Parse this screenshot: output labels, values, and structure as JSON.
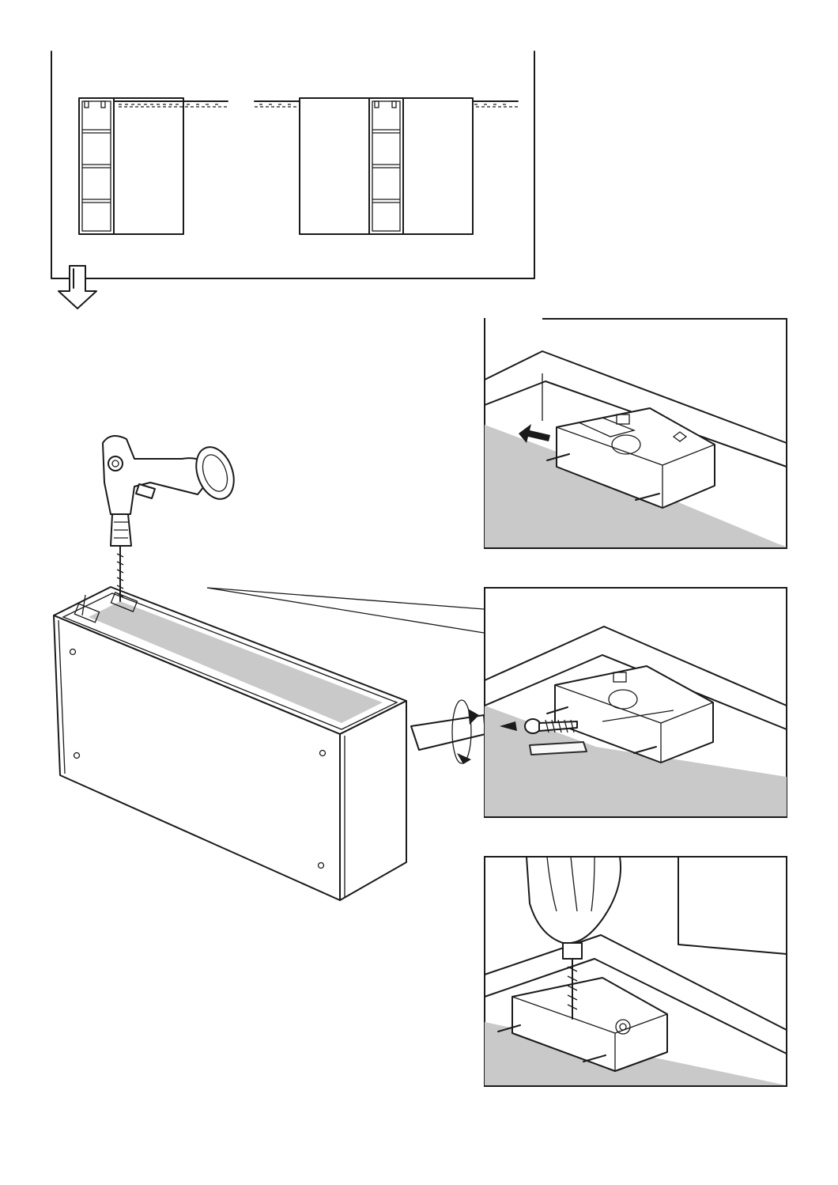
{
  "page": {
    "background": "#ffffff",
    "line_color": "#1a1a1a",
    "gray_fill": "#c9c9c9"
  },
  "icons": {
    "next_step": "down-arrow-icon",
    "rotate": "rotate-clockwise-icon",
    "push": "push-arrow-icon"
  },
  "panels": {
    "overview": "wardrobe-layouts",
    "main": "cabinet-drilling",
    "detail_1": "insert-fitting",
    "detail_2": "screw-fitting",
    "detail_3": "drill-fitting"
  }
}
